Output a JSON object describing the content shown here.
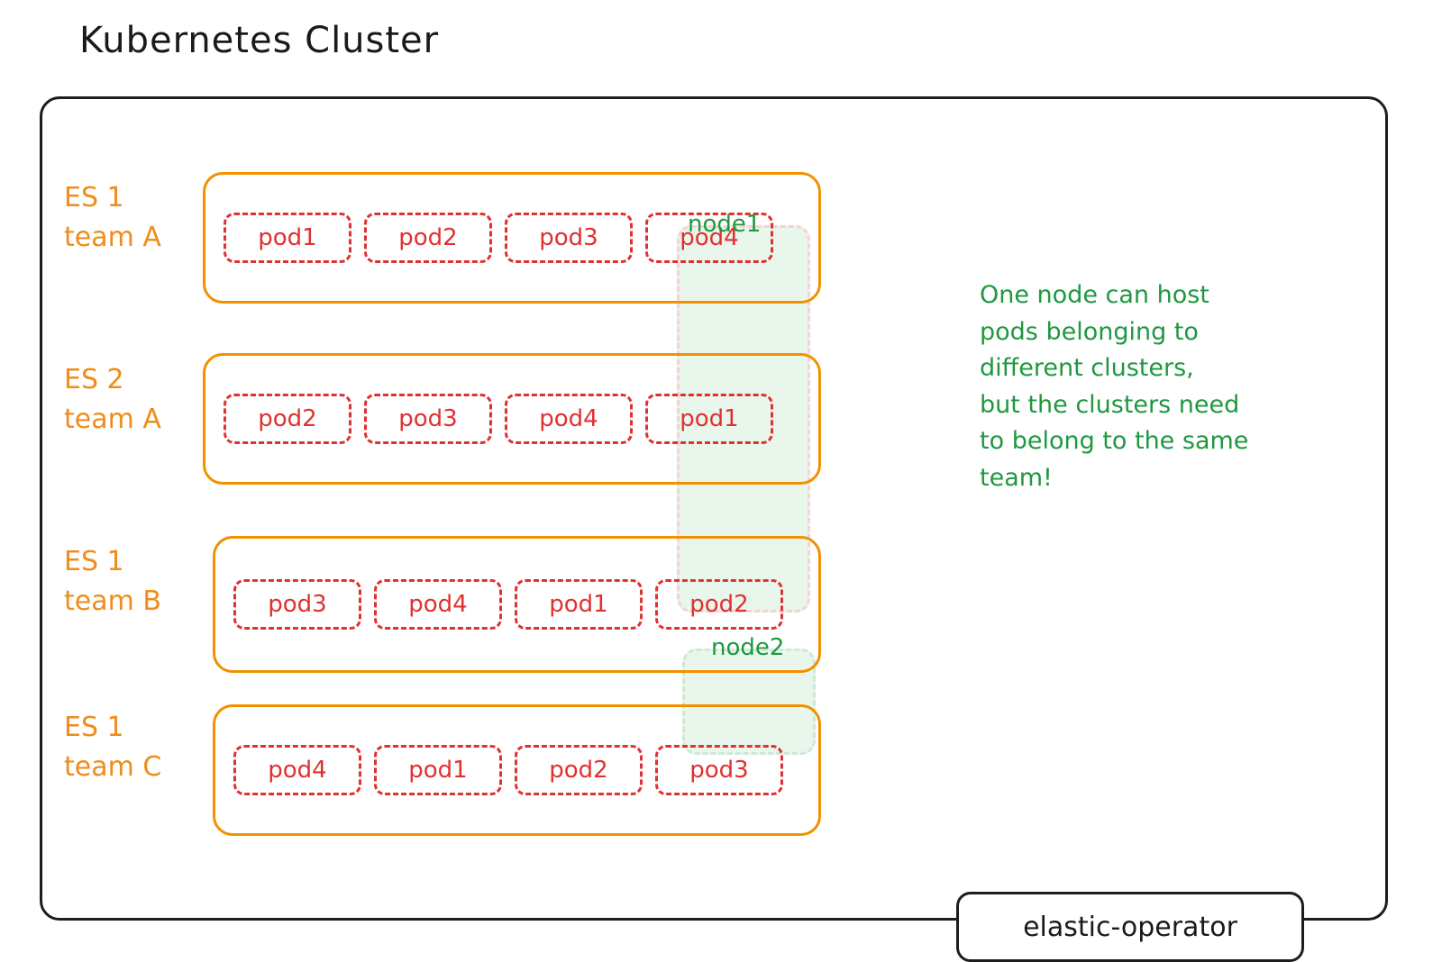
{
  "title": "Kubernetes Cluster",
  "colors": {
    "cluster_border": "#1d1d1d",
    "es_orange": "#f29100",
    "pod_red": "#e03131",
    "node_green_text": "#1f9840",
    "node_zone_fill": "#e8f6ec",
    "node1_border": "#f6d2d2",
    "node2_border": "#cfe8d6"
  },
  "nodes": [
    {
      "id": "node1",
      "label": "node1"
    },
    {
      "id": "node2",
      "label": "node2"
    }
  ],
  "clusters": [
    {
      "name": "ES 1",
      "team": "team A",
      "pods": [
        "pod1",
        "pod2",
        "pod3",
        "pod4"
      ],
      "highlighted_pod": "pod4",
      "highlighted_node": "node1"
    },
    {
      "name": "ES 2",
      "team": "team A",
      "pods": [
        "pod2",
        "pod3",
        "pod4",
        "pod1"
      ],
      "highlighted_pod": "pod1",
      "highlighted_node": "node1"
    },
    {
      "name": "ES 1",
      "team": "team B",
      "pods": [
        "pod3",
        "pod4",
        "pod1",
        "pod2"
      ],
      "highlighted_pod": "pod2",
      "highlighted_node": "node2"
    },
    {
      "name": "ES 1",
      "team": "team C",
      "pods": [
        "pod4",
        "pod1",
        "pod2",
        "pod3"
      ],
      "highlighted_pod": null,
      "highlighted_node": null
    }
  ],
  "note": "One node can host\npods belonging to\ndifferent clusters,\nbut the clusters need\nto belong to the same\nteam!",
  "operator": {
    "label": "elastic-operator"
  }
}
